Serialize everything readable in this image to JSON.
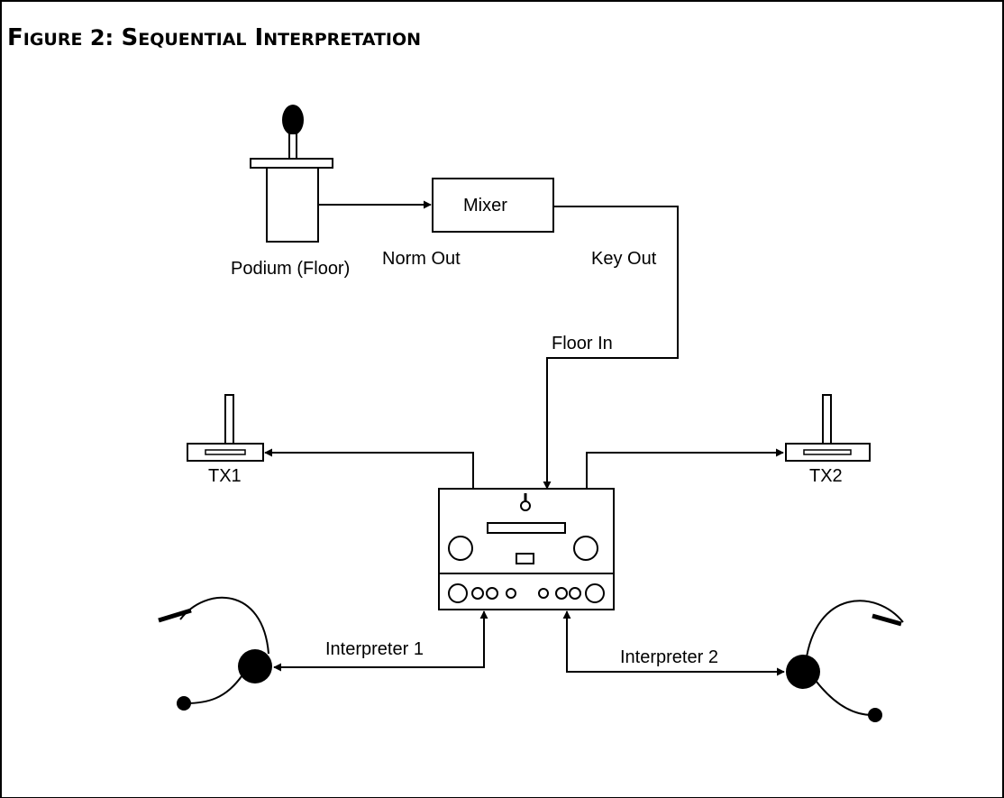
{
  "figure": {
    "title": "Figure 2: Sequential Interpretation",
    "title_display": {
      "lead_cap": "F",
      "lead_rest": "IGURE",
      "number": " 2: ",
      "word1_cap": "S",
      "word1_rest": "EQUENTIAL",
      "word2_cap": " I",
      "word2_rest": "NTERPRETATION"
    }
  },
  "labels": {
    "podium": "Podium (Floor)",
    "mixer": "Mixer",
    "floor_in": "Floor In",
    "norm_out": "Norm Out",
    "key_out": "Key Out",
    "tx1": "TX1",
    "tx2": "TX2",
    "interpreter_1": "Interpreter 1",
    "interpreter_2": "Interpreter 2"
  },
  "colors": {
    "line": "#000000",
    "background": "#ffffff"
  },
  "icons": [
    "microphone-icon",
    "podium-icon",
    "transmitter-icon",
    "console-icon",
    "headset-icon"
  ]
}
